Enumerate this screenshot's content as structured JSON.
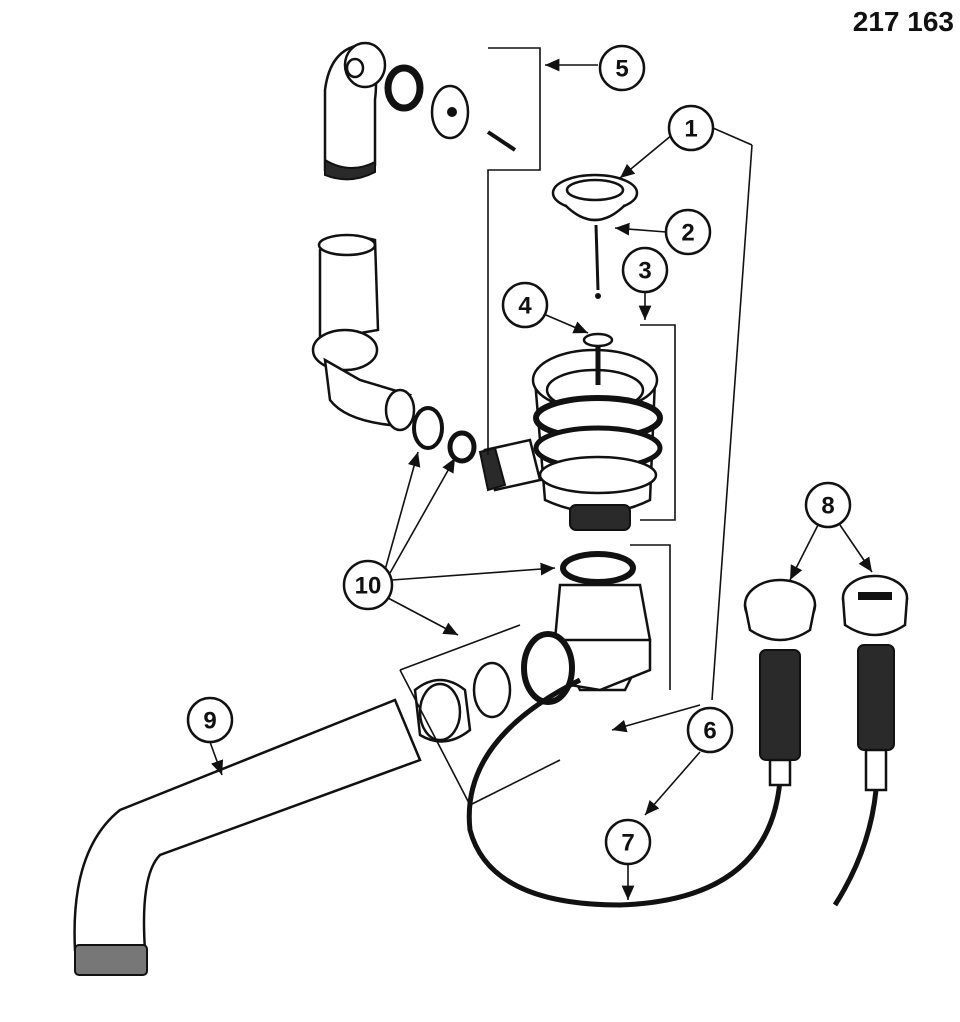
{
  "drawing_number": "217 163",
  "callouts": [
    "1",
    "2",
    "3",
    "4",
    "5",
    "6",
    "7",
    "8",
    "9",
    "10"
  ]
}
